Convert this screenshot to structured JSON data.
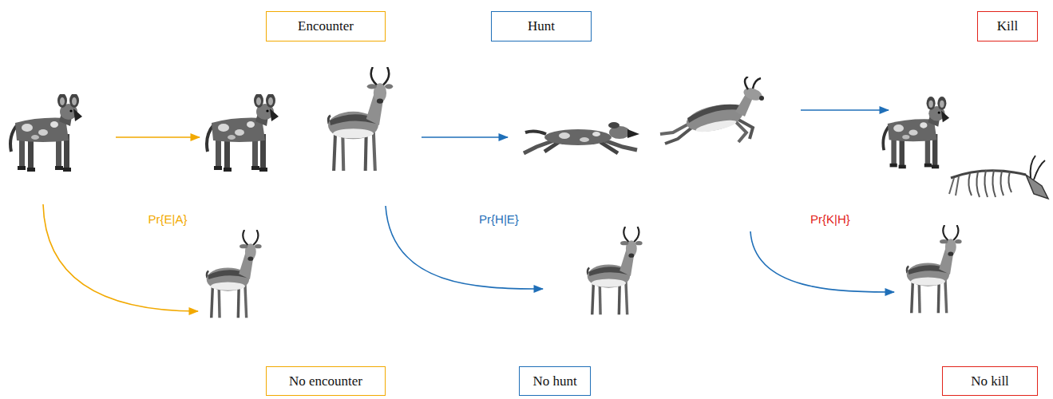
{
  "diagram": {
    "nodes": [
      {
        "text": [
          "Encounter"
        ]
      },
      {
        "text": [
          "Hunt"
        ]
      },
      {
        "text": [
          "Kill"
        ]
      },
      {
        "text": [
          "No encounter"
        ]
      },
      {
        "text": [
          "No hunt"
        ]
      },
      {
        "text": [
          "No kill"
        ]
      }
    ],
    "labels": [
      "Pr{E|A}",
      "Pr{H|E}",
      "Pr{K|H}"
    ]
  }
}
